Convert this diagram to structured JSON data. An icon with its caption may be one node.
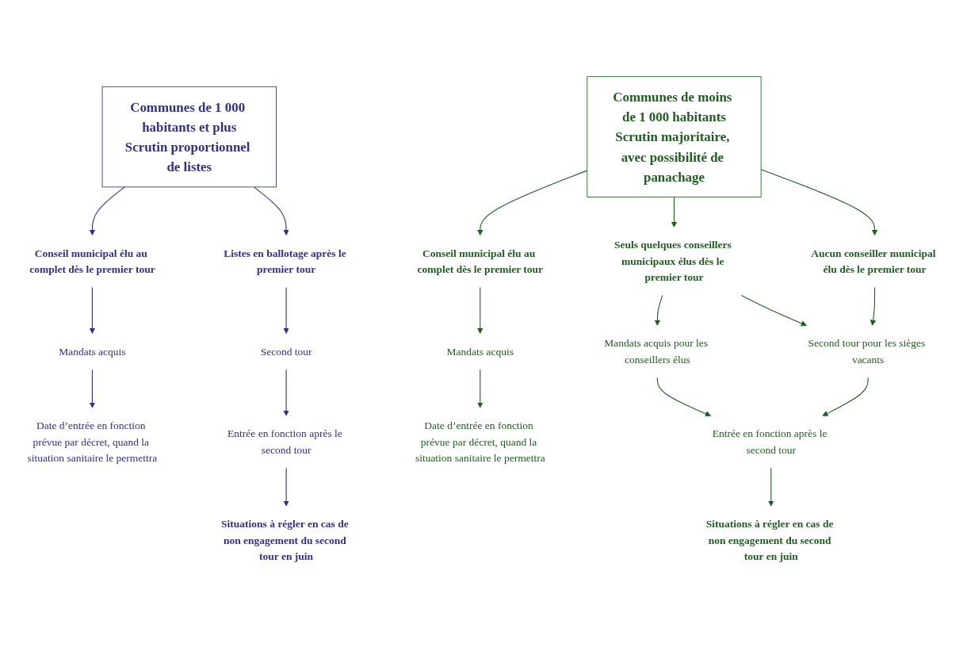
{
  "diagram": {
    "nodes": [
      {
        "text": [
          "Communes de 1 000 habitants et plus",
          "Scrutin proportionnel de listes"
        ]
      },
      {
        "text": [
          "Conseil municipal élu au complet dès le premier tour"
        ]
      },
      {
        "text": [
          "Listes en ballotage après le premier tour"
        ]
      },
      {
        "text": [
          "Mandats acquis"
        ]
      },
      {
        "text": [
          "Date d’entrée en fonction prévue par décret, quand la situation sanitaire le permettra"
        ]
      },
      {
        "text": [
          "Second tour"
        ]
      },
      {
        "text": [
          "Entrée en fonction après le second tour"
        ]
      },
      {
        "text": [
          "Situations à régler en cas de non engagement du second tour en juin"
        ]
      },
      {
        "text": [
          "Communes de moins de 1 000 habitants",
          "Scrutin majoritaire, avec possibilité de panachage"
        ]
      },
      {
        "text": [
          "Conseil municipal élu au complet dès le premier tour"
        ]
      },
      {
        "text": [
          "Seuls quelques conseillers municipaux élus dès le premier tour"
        ]
      },
      {
        "text": [
          "Aucun conseiller municipal élu dès le premier tour"
        ]
      },
      {
        "text": [
          "Mandats acquis"
        ]
      },
      {
        "text": [
          "Date d’entrée en fonction prévue par décret, quand la situation sanitaire le permettra"
        ]
      },
      {
        "text": [
          "Mandats acquis pour les conseillers élus"
        ]
      },
      {
        "text": [
          "Second tour pour les sièges vacants"
        ]
      },
      {
        "text": [
          "Entrée en fonction après le second tour"
        ]
      },
      {
        "text": [
          "Situations à régler en cas de non engagement du second tour en juin"
        ]
      }
    ],
    "edges": [
      {
        "from": 0,
        "to": 1,
        "arrow": "to",
        "color": "#2e3192"
      },
      {
        "from": 0,
        "to": 2,
        "arrow": "to",
        "color": "#2e3192"
      },
      {
        "from": 1,
        "to": 3,
        "arrow": "to",
        "color": "#2e3192"
      },
      {
        "from": 3,
        "to": 4,
        "arrow": "to",
        "color": "#2e3192"
      },
      {
        "from": 2,
        "to": 5,
        "arrow": "to",
        "color": "#2e3192"
      },
      {
        "from": 5,
        "to": 6,
        "arrow": "to",
        "color": "#2e3192"
      },
      {
        "from": 6,
        "to": 7,
        "arrow": "to",
        "color": "#2e3192"
      },
      {
        "from": 8,
        "to": 9,
        "arrow": "to"
      },
      {
        "from": 8,
        "to": 10,
        "arrow": "to"
      },
      {
        "from": 8,
        "to": 11,
        "arrow": "to"
      },
      {
        "from": 9,
        "to": 12,
        "arrow": "to"
      },
      {
        "from": 12,
        "to": 13,
        "arrow": "to"
      },
      {
        "from": 10,
        "to": 14,
        "arrow": "to"
      },
      {
        "from": 10,
        "to": 15,
        "arrow": "to"
      },
      {
        "from": 11,
        "to": 15,
        "arrow": "to"
      },
      {
        "from": 14,
        "to": 16,
        "arrow": "to"
      },
      {
        "from": 15,
        "to": 16,
        "arrow": "to"
      },
      {
        "from": 16,
        "to": 17,
        "arrow": "to"
      }
    ]
  }
}
